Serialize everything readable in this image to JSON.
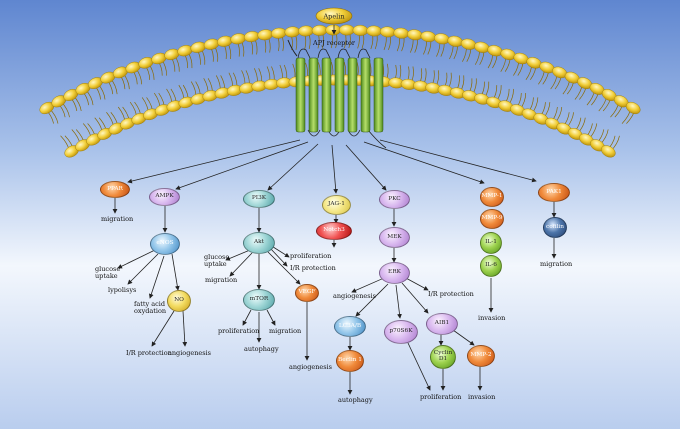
{
  "ligand": "Apelin",
  "receptor": "APJ receptor",
  "nodes": {
    "ppar": "PPAR",
    "ampk": "AMPK",
    "enos": "eNOS",
    "no": "NO",
    "pi3k": "PI3K",
    "akt": "Akt",
    "mtor": "mTOR",
    "vegf": "VEGF",
    "jag1": "JAG-1",
    "notch3": "Notch3",
    "pkc": "PKC",
    "mek": "MEK",
    "erk": "ERK",
    "lc3": "LC3A/B",
    "beclin": "Beclin 1",
    "p70s6k": "p70S6K",
    "aib1": "AIB1",
    "cyclin": "Cyclin D1",
    "mmp2b": "MMP-2",
    "mmp1": "MMP-1",
    "mmp9": "MMP-9",
    "il1": "IL-1",
    "il6": "IL-6",
    "pak1": "PAK1",
    "cofilin": "cofilin"
  },
  "labels": {
    "ppar_migration": "migration",
    "glucose_uptake_1": "glucose\nuptake",
    "lypolisys": "lypolisys",
    "fatty_acid": "fatty acid\noxydation",
    "ir_protection_1": "I/R protection",
    "angiogenesis_1": "angiogenesis",
    "glucose_uptake_2": "glucose\nuptake",
    "migration_2": "migration",
    "proliferation_1": "proliferation",
    "ir_protection_2": "I/R protection",
    "proliferation_2": "proliferation",
    "migration_3": "migration",
    "autophagy_1": "autophagy",
    "angiogenesis_2": "angiogenesis",
    "angiogenesis_3": "angiogenesis",
    "ir_protection_3": "I/R protection",
    "autophagy_2": "autophagy",
    "proliferation_3": "proliferation",
    "invasion_1": "invasion",
    "invasion_2": "invasion",
    "migration_4": "migration"
  },
  "colors": {
    "background_top": "#6b8ed3",
    "background_mid": "#eaf2fb",
    "membrane_head": "#f2cf3a",
    "helix": "#7cb342"
  }
}
